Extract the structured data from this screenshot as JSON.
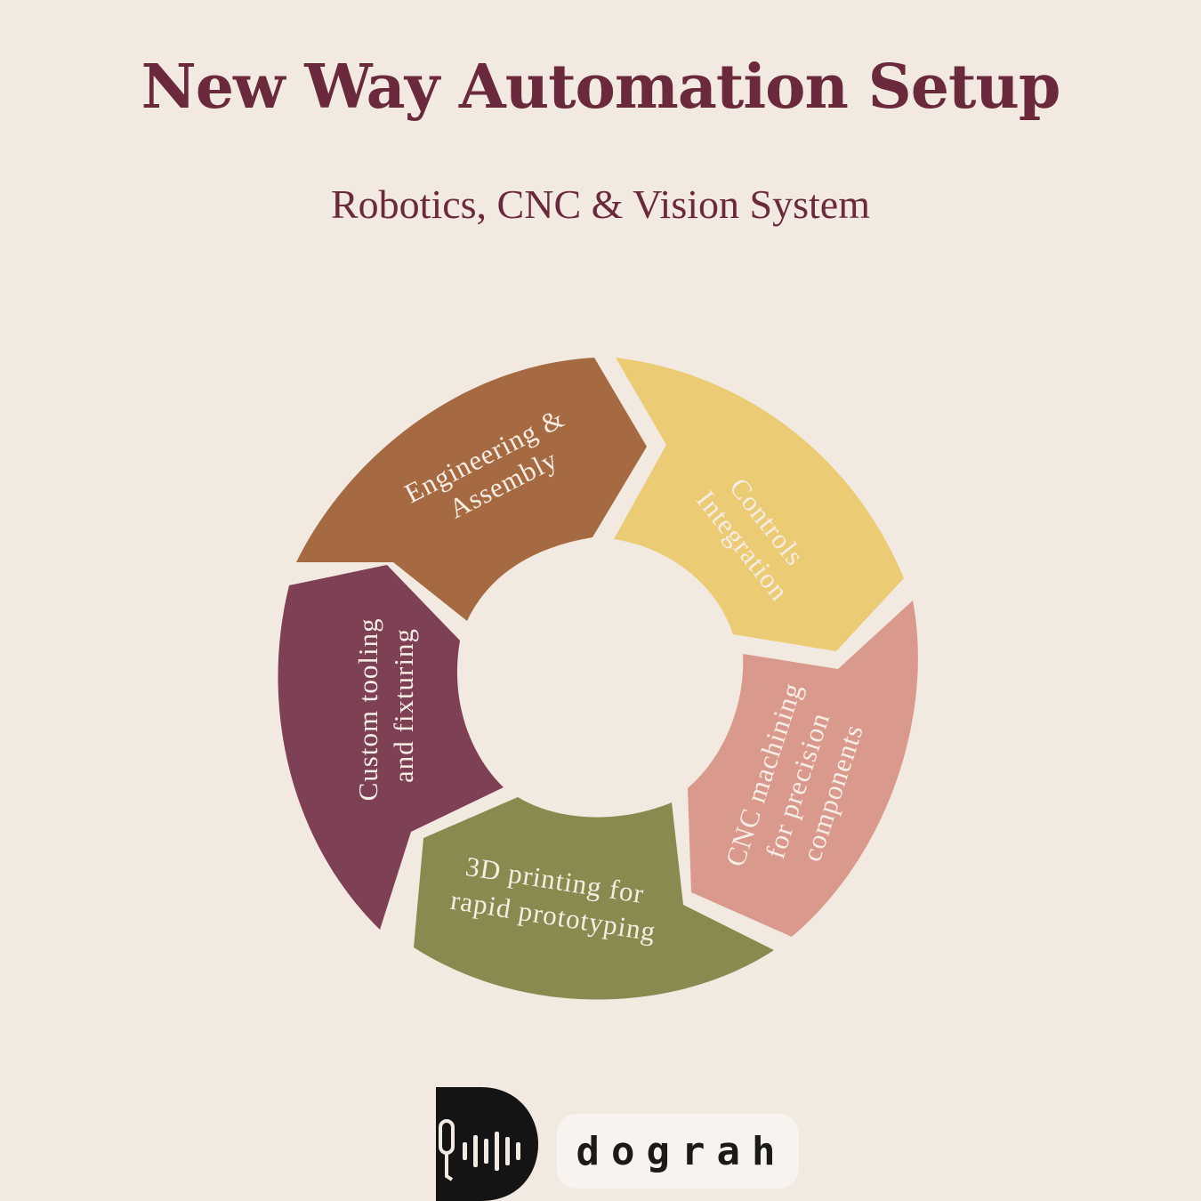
{
  "title": "New Way Automation Setup",
  "subtitle": "Robotics, CNC & Vision System",
  "colors": {
    "background": "#f2e9e1",
    "heading": "#6a2a3c",
    "engineering": "#a66a42",
    "controls": "#ebcb74",
    "cnc": "#d99a8d",
    "printing": "#8a8a50",
    "tooling": "#7d4055"
  },
  "cycle": {
    "segments": [
      {
        "id": "engineering",
        "lines": [
          "Engineering &",
          "Assembly"
        ]
      },
      {
        "id": "controls",
        "lines": [
          "Controls",
          "Integration"
        ]
      },
      {
        "id": "cnc",
        "lines": [
          "CNC machining",
          "for precision",
          "components"
        ]
      },
      {
        "id": "printing",
        "lines": [
          "3D printing for",
          "rapid prototyping"
        ]
      },
      {
        "id": "tooling",
        "lines": [
          "Custom tooling",
          "and fixturing"
        ]
      }
    ]
  },
  "logo": {
    "icon": "microphone-soundwave-icon",
    "wordmark": "dograh"
  }
}
